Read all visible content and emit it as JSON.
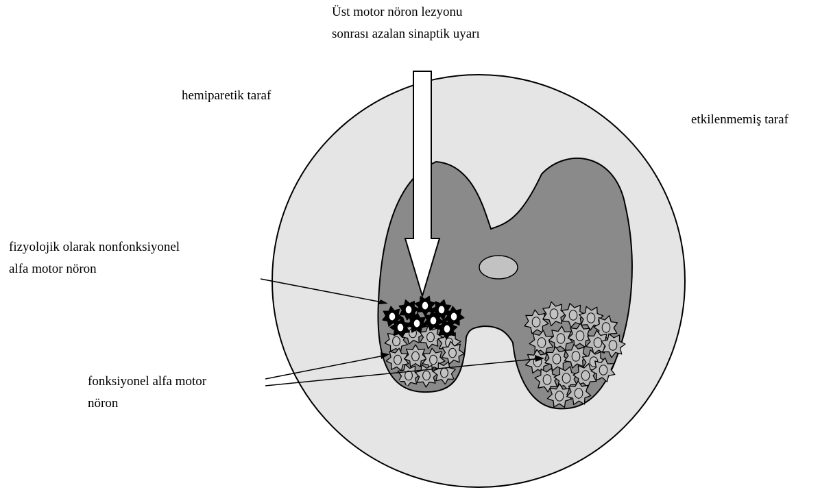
{
  "labels": {
    "top_line1": "Üst motor nöron lezyonu",
    "top_line2": "sonrası azalan sinaptik uyarı",
    "hemiparetic_side": "hemiparetik taraf",
    "unaffected_side": "etkilenmemiş taraf",
    "nonfunctional_line1": "fizyolojik olarak nonfonksiyonel",
    "nonfunctional_line2": "alfa motor nöron",
    "functional_line1": "fonksiyonel alfa motor",
    "functional_line2": "nöron"
  },
  "colors": {
    "white_matter": "#e5e5e5",
    "gray_matter": "#8a8a8a",
    "central_canal": "#c2c2c2",
    "functional_neuron": "#b9b9b9",
    "nonfunctional_neuron": "#000000",
    "outline": "#000000"
  },
  "icons": {
    "functional_neuron": "neuron-icon",
    "nonfunctional_neuron": "neuron-icon-black",
    "descending_arrow": "hollow-down-arrow"
  }
}
